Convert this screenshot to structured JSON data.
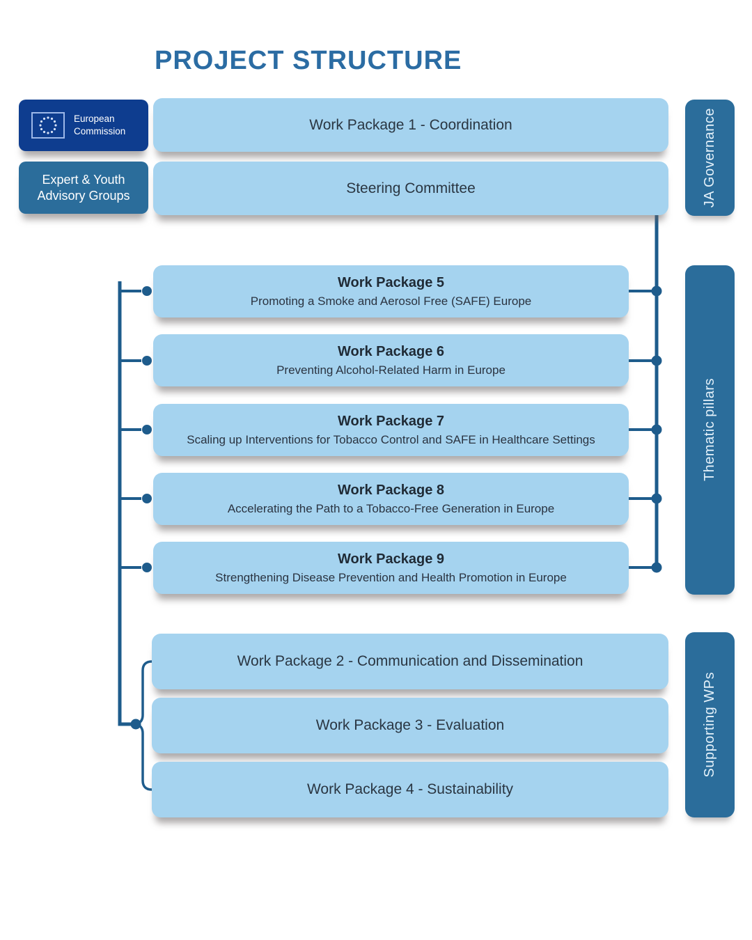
{
  "title": "PROJECT STRUCTURE",
  "colors": {
    "light_blue_box": "#A5D3EF",
    "medium_blue": "#2B6D9B",
    "eu_navy": "#0E3D8F",
    "connector_blue": "#1E5C8C",
    "title_blue": "#2B6CA3"
  },
  "governance": {
    "section_label": "JA Governance",
    "eu_logo": {
      "line1": "European",
      "line2": "Commission"
    },
    "advisory_line1": "Expert & Youth",
    "advisory_line2": "Advisory Groups",
    "wp1": "Work Package 1 - Coordination",
    "steering_committee": "Steering Committee"
  },
  "thematic": {
    "section_label": "Thematic pillars",
    "packages": [
      {
        "title": "Work Package 5",
        "subtitle": "Promoting a Smoke and Aerosol Free (SAFE) Europe"
      },
      {
        "title": "Work Package 6",
        "subtitle": "Preventing Alcohol-Related Harm in Europe"
      },
      {
        "title": "Work Package 7",
        "subtitle": "Scaling up Interventions for Tobacco Control and SAFE in Healthcare Settings"
      },
      {
        "title": "Work Package 8",
        "subtitle": "Accelerating the Path to a Tobacco-Free Generation in Europe"
      },
      {
        "title": "Work Package 9",
        "subtitle": "Strengthening Disease Prevention and Health Promotion in Europe"
      }
    ]
  },
  "supporting": {
    "section_label": "Supporting WPs",
    "packages": [
      {
        "title": "Work Package 2 - Communication and Dissemination"
      },
      {
        "title": "Work Package 3 - Evaluation"
      },
      {
        "title": "Work Package 4 - Sustainability"
      }
    ]
  }
}
